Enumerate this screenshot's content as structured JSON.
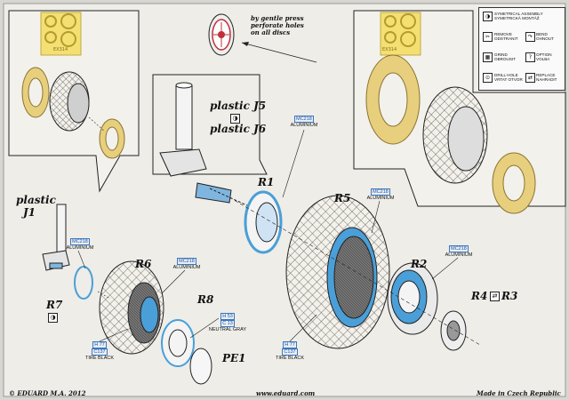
{
  "colors": {
    "paper": "#d8d6d0",
    "line": "#222222",
    "mask_yellow": "#e8cf7e",
    "mask_frame": "#f4e072",
    "part_blue": "#4a9fd8",
    "code_blue": "#1f4f9a"
  },
  "top": {
    "press_note_line1": "by gentle press",
    "press_note_line2": "perforate holes",
    "press_note_line3": "on all discs",
    "mask_code_left": "EX314",
    "mask_code_right": "EX314"
  },
  "legend": {
    "items": [
      {
        "icon": "symmetrical-assembly-icon",
        "text_line1": "SYMETRICAL ASSEMBLY",
        "text_line2": "SYMETRICKÁ MONTÁŽ"
      },
      {
        "icon": "remove-icon",
        "text_line1": "REMOVE",
        "text_line2": "ODSTRANIT"
      },
      {
        "icon": "bend-icon",
        "text_line1": "BEND",
        "text_line2": "OHNOUT"
      },
      {
        "icon": "grind-icon",
        "text_line1": "GRIND",
        "text_line2": "OBROUSIT"
      },
      {
        "icon": "option-icon",
        "text_line1": "OPTION",
        "text_line2": "VOLBA"
      },
      {
        "icon": "drill-hole-icon",
        "text_line1": "DRILL HOLE",
        "text_line2": "VRTAT OTVOR"
      },
      {
        "icon": "replace-icon",
        "text_line1": "REPLACE",
        "text_line2": "NAHRADIT"
      }
    ]
  },
  "parts": {
    "plastic_j5": "plastic J5",
    "plastic_j6": "plastic J6",
    "plastic": "plastic",
    "j1": "J1",
    "r1": "R1",
    "r5": "R5",
    "r6": "R6",
    "r7": "R7",
    "r8": "R8",
    "r2": "R2",
    "r4": "R4",
    "r3": "R3",
    "pe1": "PE1"
  },
  "paints": {
    "mc218_a": {
      "code": "MC218",
      "name": "ALUMINIUM"
    },
    "mc218_b": {
      "code": "MC218",
      "name": "ALUMINIUM"
    },
    "mc218_c": {
      "code": "MC218",
      "name": "ALUMINIUM"
    },
    "mc218_d": {
      "code": "MC218",
      "name": "ALUMINIUM"
    },
    "mc218_e": {
      "code": "MC218",
      "name": "ALUMINIUM"
    },
    "h53": {
      "code1": "H 53",
      "code2": "C 13",
      "name": "NEUTRAL GRAY"
    },
    "h77_a": {
      "code1": "H 77",
      "code2": "C137",
      "name": "TIRE BLACK"
    },
    "h77_b": {
      "code1": "H 77",
      "code2": "C137",
      "name": "TIRE BLACK"
    }
  },
  "footer": {
    "copyright": "© EDUARD  M.A. 2012",
    "website": "www.eduard.com",
    "made_in": "Made in Czech Republic"
  }
}
